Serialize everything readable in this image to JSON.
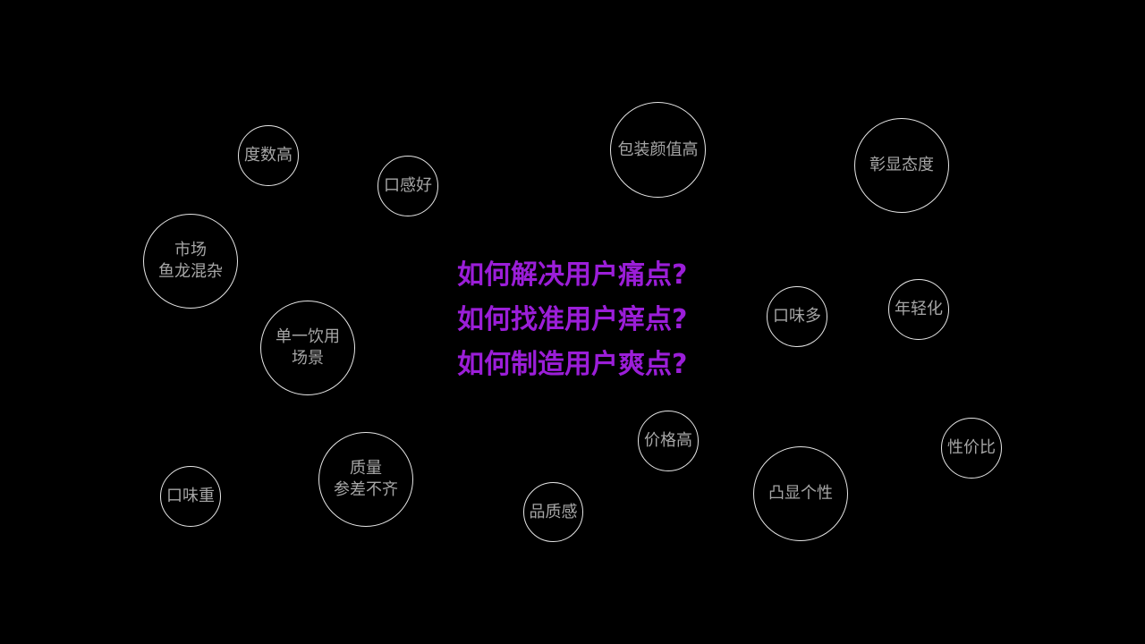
{
  "bubbles": {
    "dushu": [
      "度数高"
    ],
    "kougan": [
      "口感好"
    ],
    "shichang": [
      "市场",
      "鱼龙混杂"
    ],
    "danyi": [
      "单一饮用",
      "场景"
    ],
    "kouweizhong": [
      "口味重"
    ],
    "zhiliang": [
      "质量",
      "参差不齐"
    ],
    "pinzhi": [
      "品质感"
    ],
    "jiage": [
      "价格高"
    ],
    "baozhuang": [
      "包装颜值高"
    ],
    "zhangxian": [
      "彰显态度"
    ],
    "kouweiduo": [
      "口味多"
    ],
    "nianqing": [
      "年轻化"
    ],
    "tuxian": [
      "凸显个性"
    ],
    "xingjia": [
      "性价比"
    ]
  },
  "headline": {
    "line1": "如何解决用户痛点?",
    "line2": "如何找准用户痒点?",
    "line3": "如何制造用户爽点?"
  },
  "colors": {
    "background": "#000000",
    "circle_stroke": "#e6e6e6",
    "circle_text": "#a6a6a6",
    "headline": "#9b1ed8"
  }
}
